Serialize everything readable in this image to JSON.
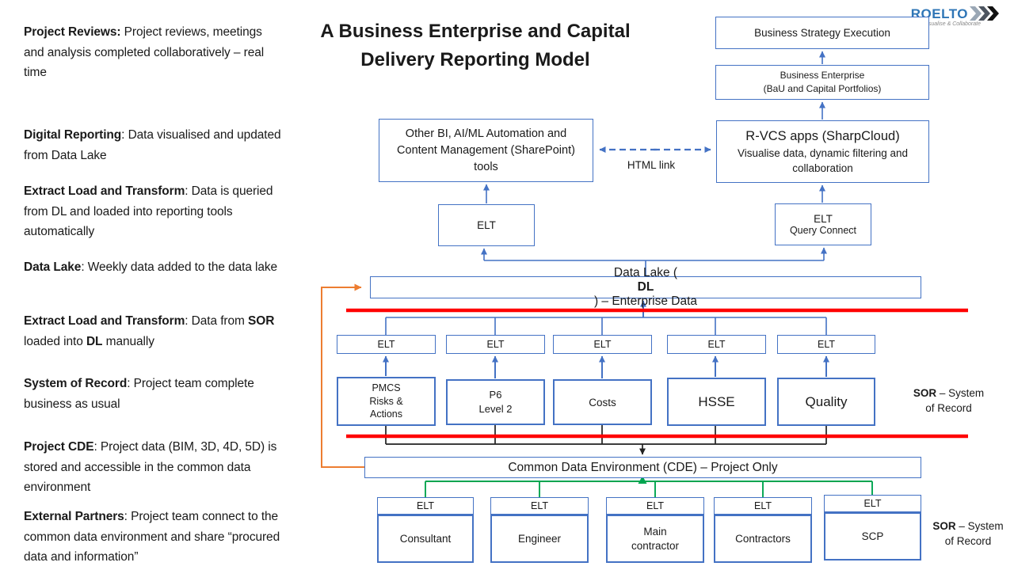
{
  "title": {
    "line1": "A Business Enterprise and Capital",
    "line2": "Delivery Reporting Model"
  },
  "logo": {
    "name": "ROELTO",
    "tagline": "Visualise & Collaborate"
  },
  "colors": {
    "accent_blue": "#4472C4",
    "divider_red": "#FF0000",
    "flow_orange": "#ED7D31",
    "flow_green": "#00A550",
    "connector_black": "#222222",
    "logo_blue": "#2E75B6"
  },
  "notes": [
    {
      "segments": [
        {
          "t": "Project Reviews: ",
          "b": true
        },
        {
          "t": "Project reviews, meetings and analysis completed collaboratively – real time"
        }
      ]
    },
    {
      "segments": [
        {
          "t": "Digital Reporting",
          "b": true
        },
        {
          "t": ": Data visualised and updated from Data Lake"
        }
      ]
    },
    {
      "segments": [
        {
          "t": "Extract Load and Transform",
          "b": true
        },
        {
          "t": ": Data is queried from DL and loaded into reporting tools automatically"
        }
      ]
    },
    {
      "segments": [
        {
          "t": "Data Lake",
          "b": true
        },
        {
          "t": ": Weekly data added to the data lake"
        }
      ]
    },
    {
      "segments": [
        {
          "t": "Extract Load and Transform",
          "b": true
        },
        {
          "t": ": Data from "
        },
        {
          "t": "SOR",
          "b": true
        },
        {
          "t": " loaded into "
        },
        {
          "t": "DL",
          "b": true
        },
        {
          "t": " manually"
        }
      ]
    },
    {
      "segments": [
        {
          "t": "System of Record",
          "b": true
        },
        {
          "t": ": Project team complete business as usual"
        }
      ]
    },
    {
      "segments": [
        {
          "t": "Project CDE",
          "b": true
        },
        {
          "t": ": Project data (BIM, 3D, 4D, 5D) is stored and accessible in the common data environment"
        }
      ]
    },
    {
      "segments": [
        {
          "t": "External Partners",
          "b": true
        },
        {
          "t": ": Project team connect to the common data environment and share “procured data and information”"
        }
      ]
    }
  ],
  "boxes": {
    "business_strategy": "Business Strategy Execution",
    "business_enterprise_line1": "Business Enterprise",
    "business_enterprise_line2": "(BaU and Capital Portfolios)",
    "other_bi": "Other BI, AI/ML Automation and Content Management (SharePoint) tools",
    "rvcs_line1": "R-VCS apps (SharpCloud)",
    "rvcs_line2": "Visualise data, dynamic filtering and collaboration",
    "elt_left": "ELT",
    "elt_query_line1": "ELT",
    "elt_query_line2": "Query Connect",
    "data_lake_segments": [
      {
        "t": "Data Lake ("
      },
      {
        "t": "DL",
        "b": true
      },
      {
        "t": ") – Enterprise Data"
      }
    ],
    "cde": "Common Data Environment (CDE) – Project Only"
  },
  "sor_systems": [
    {
      "elt": "ELT",
      "name": "PMCS\nRisks &\nActions"
    },
    {
      "elt": "ELT",
      "name": "P6\nLevel 2"
    },
    {
      "elt": "ELT",
      "name": "Costs"
    },
    {
      "elt": "ELT",
      "name": "HSSE"
    },
    {
      "elt": "ELT",
      "name": "Quality"
    }
  ],
  "partners": [
    {
      "elt": "ELT",
      "name": "Consultant"
    },
    {
      "elt": "ELT",
      "name": "Engineer"
    },
    {
      "elt": "ELT",
      "name": "Main\ncontractor"
    },
    {
      "elt": "ELT",
      "name": "Contractors"
    },
    {
      "elt": "ELT",
      "name": "SCP"
    }
  ],
  "labels": {
    "html_link": "HTML link",
    "sor_note_line1_segments": [
      {
        "t": "SOR",
        "b": true
      },
      {
        "t": " – System"
      }
    ],
    "sor_note_line2": "of Record"
  }
}
